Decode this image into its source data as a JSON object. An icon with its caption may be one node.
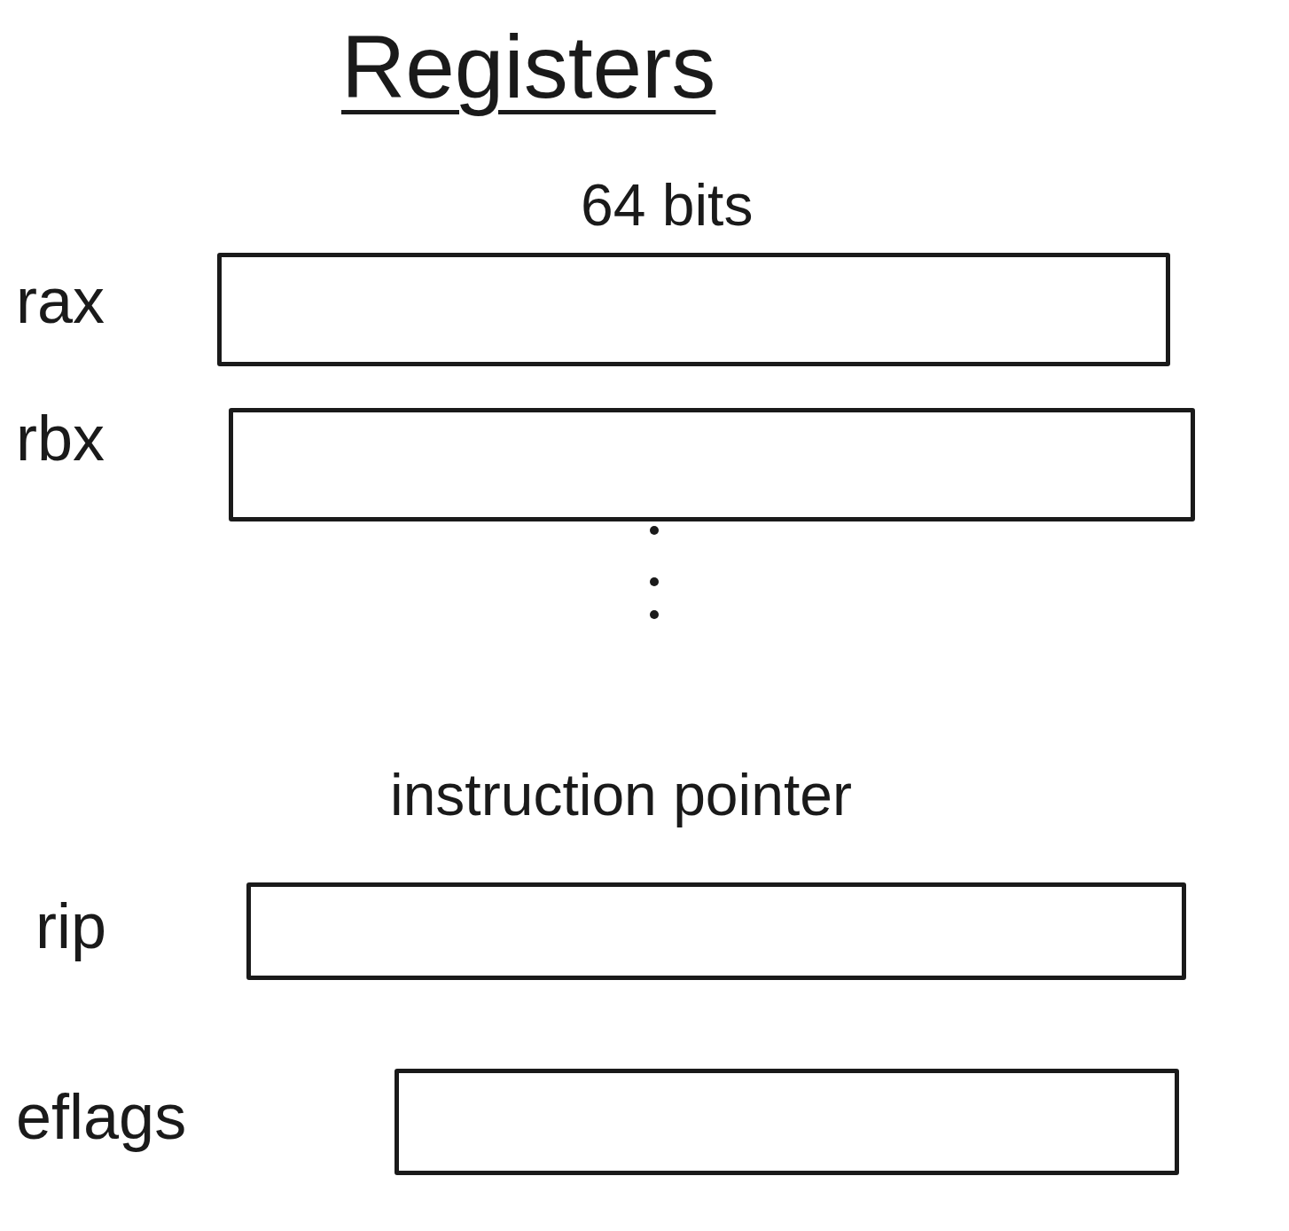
{
  "diagram": {
    "title": "Registers",
    "nodes": [
      {
        "text": [],
        "shape": "bar",
        "beside": [
          "rax"
        ]
      },
      {
        "text": [],
        "shape": "bar",
        "beside": [
          "rbx"
        ]
      },
      {
        "text": [],
        "shape": "bar",
        "beside": [
          "rip"
        ]
      },
      {
        "text": [],
        "shape": "bar",
        "beside": [
          "eflags"
        ]
      }
    ],
    "labels": [
      "64 bits",
      "instruction pointer"
    ]
  }
}
